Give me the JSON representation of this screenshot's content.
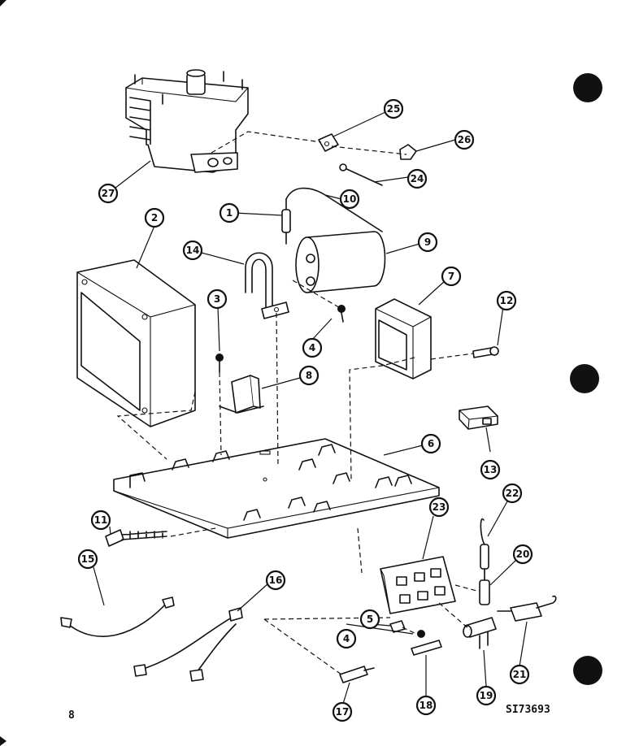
{
  "page_number": "8",
  "diagram_code": "SI73693",
  "callouts": [
    "1",
    "2",
    "3",
    "4",
    "4",
    "5",
    "6",
    "7",
    "8",
    "9",
    "10",
    "11",
    "12",
    "13",
    "14",
    "15",
    "16",
    "17",
    "18",
    "19",
    "20",
    "21",
    "22",
    "23",
    "24",
    "25",
    "26",
    "27"
  ]
}
